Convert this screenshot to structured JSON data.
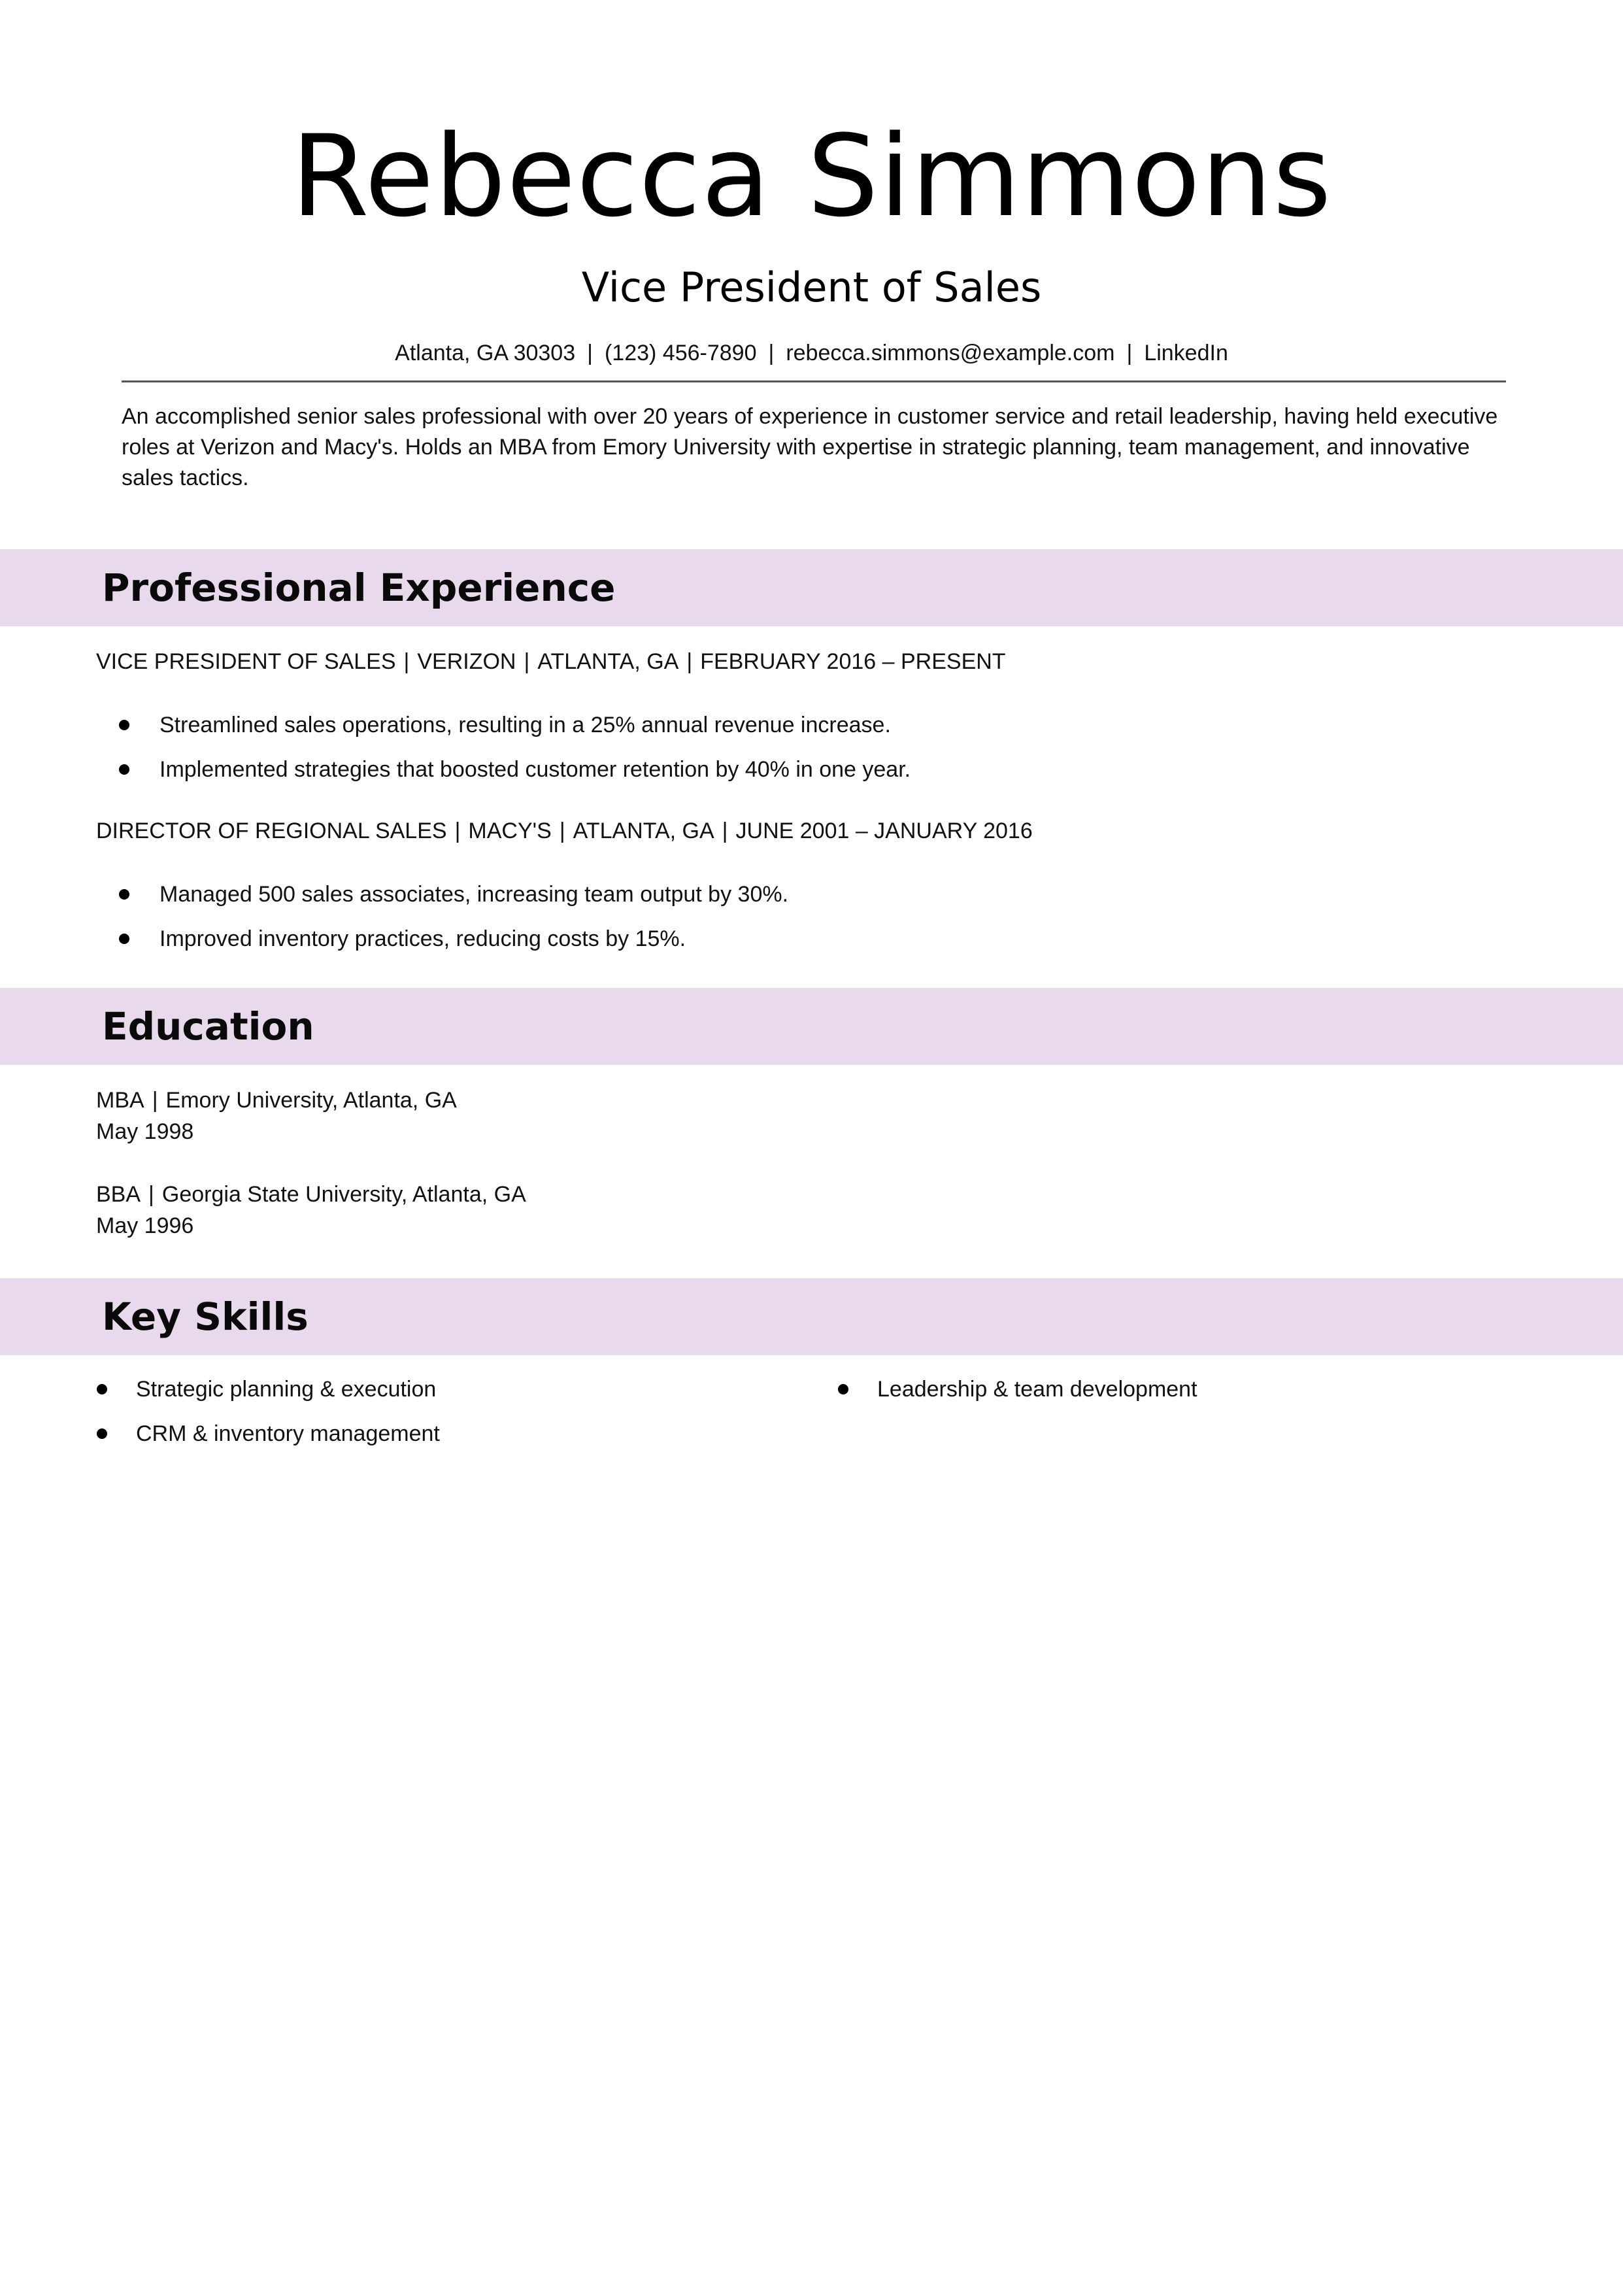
{
  "header": {
    "name": "Rebecca Simmons",
    "role": "Vice President of Sales",
    "contact": [
      "Atlanta, GA 30303",
      "(123) 456-7890",
      "rebecca.simmons@example.com",
      "LinkedIn"
    ],
    "separator": "|"
  },
  "summary": "An accomplished senior sales professional with over 20 years of experience in customer service and retail leadership, having held executive roles at Verizon and Macy's. Holds an MBA from Emory University with expertise in strategic planning, team management, and innovative sales tactics.",
  "sections": {
    "experience": "Professional Experience",
    "education": "Education",
    "skills": "Key Skills"
  },
  "experience": [
    {
      "title": "VICE PRESIDENT OF SALES",
      "company": "VERIZON",
      "location": "ATLANTA, GA",
      "dates": "FEBRUARY 2016 – PRESENT",
      "bullets": [
        "Streamlined sales operations, resulting in a 25% annual revenue increase.",
        "Implemented strategies that boosted customer retention by 40% in one year."
      ]
    },
    {
      "title": "DIRECTOR OF REGIONAL SALES",
      "company": "MACY'S",
      "location": "ATLANTA, GA",
      "dates": "JUNE 2001 – JANUARY 2016",
      "bullets": [
        "Managed 500 sales associates, increasing team output by 30%.",
        "Improved inventory practices, reducing costs by 15%."
      ]
    }
  ],
  "education": [
    {
      "degree": "MBA",
      "school": "Emory University, Atlanta, GA",
      "date": "May 1998"
    },
    {
      "degree": "BBA",
      "school": "Georgia State University, Atlanta, GA",
      "date": "May 1996"
    }
  ],
  "skills": {
    "left": [
      "Strategic planning & execution",
      "CRM & inventory management"
    ],
    "right": [
      "Leadership & team development"
    ]
  },
  "colors": {
    "band": "#e8d9ec",
    "rule": "#555555",
    "text": "#111111"
  }
}
